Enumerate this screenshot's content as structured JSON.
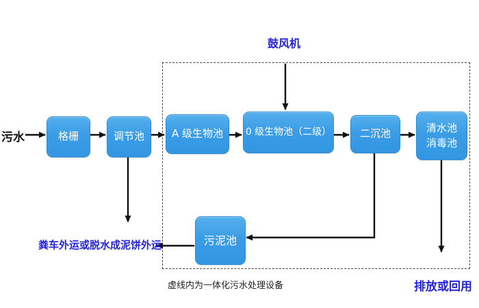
{
  "diagram": {
    "source_label": "污水",
    "blower_label": "鼓风机",
    "nodes": {
      "grid": {
        "label": "格栅"
      },
      "regulating_tank": {
        "label": "调节池"
      },
      "a_bio_tank": {
        "label": "A 级生物池"
      },
      "o_bio_tank": {
        "label": "0 级生物池（二级）"
      },
      "secondary_sedimentation_tank": {
        "label": "二沉池"
      },
      "clear_disinfection_tank": {
        "label": "清水池\n消毒池"
      },
      "sludge_tank": {
        "label": "污泥池"
      }
    },
    "labels": {
      "sludge_disposal": "粪车外运或脱水成泥饼外运",
      "dashed_box_caption": "虚线内为一体化污水处理设备",
      "discharge": "排放或回用"
    },
    "colors": {
      "node_fill": "#3fa0e8",
      "node_border": "#2e8bd4",
      "node_text": "#ffffff",
      "highlight_text_blue": "#2222e0",
      "line_black": "#111111"
    }
  }
}
